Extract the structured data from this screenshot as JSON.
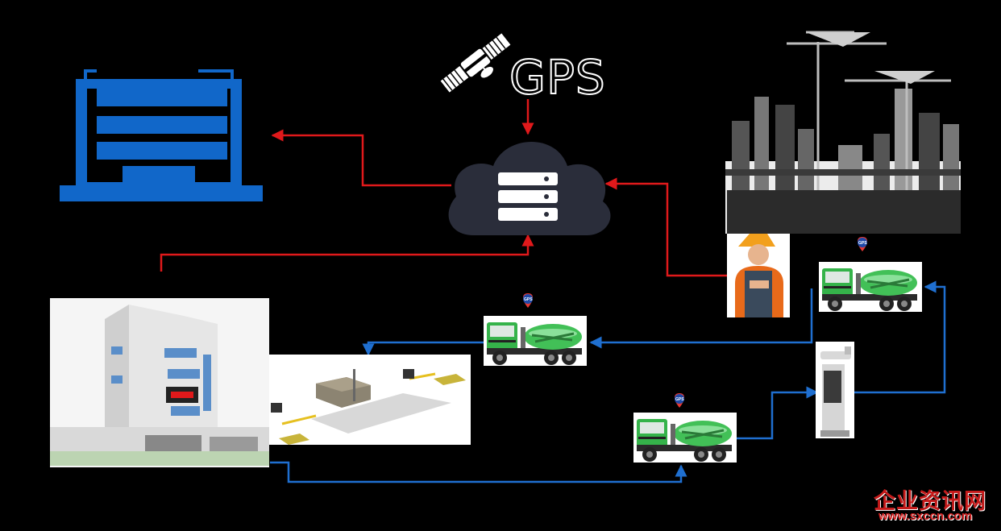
{
  "gps_label": "GPS",
  "truck_badge_label": "GPS",
  "watermark": {
    "title": "企业资讯网",
    "url": "www.sxccn.com"
  },
  "colors": {
    "background": "#000000",
    "data_flow_red": "#e0191b",
    "vehicle_flow_blue": "#1f6fd0",
    "headquarters_blue": "#1167c9",
    "cloud": "#2a2d3a",
    "truck_green": "#35b34a",
    "pin_red": "#e53935"
  },
  "icons": [
    "satellite-icon",
    "cloud-server-icon",
    "headquarters-building-icon",
    "construction-site-icon",
    "worker-icon",
    "concrete-plant-icon",
    "weighbridge-icon",
    "mixer-truck-icon",
    "parking-terminal-icon",
    "gps-pin-icon"
  ]
}
